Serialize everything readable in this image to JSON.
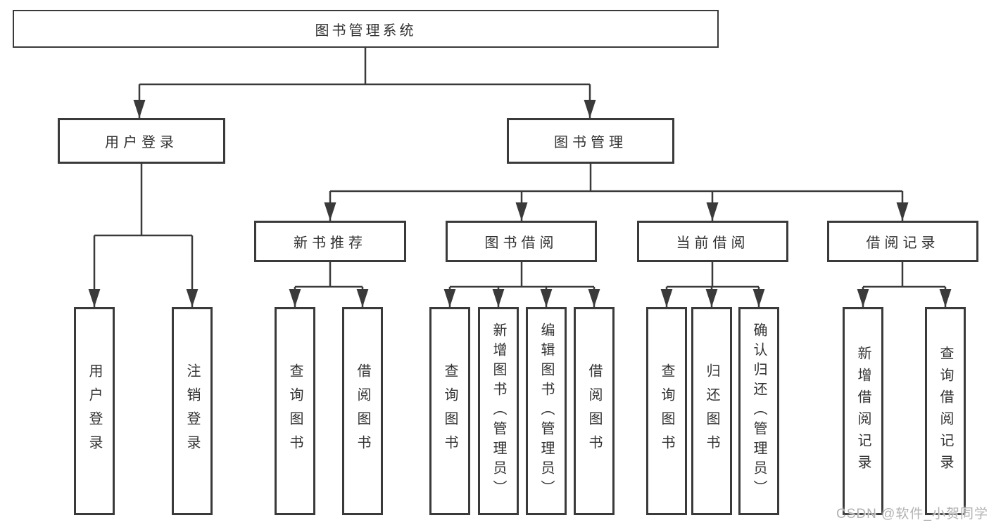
{
  "colors": {
    "line": "#3a3a3a",
    "text": "#333333",
    "watermark": "#b2b2b2",
    "bg": "#ffffff"
  },
  "tree": {
    "label": "图书管理系统",
    "children": [
      {
        "label": "用户登录",
        "children": [
          {
            "label": "用户登录"
          },
          {
            "label": "注销登录"
          }
        ]
      },
      {
        "label": "图书管理",
        "children": [
          {
            "label": "新书推荐",
            "children": [
              {
                "label": "查询图书"
              },
              {
                "label": "借阅图书"
              }
            ]
          },
          {
            "label": "图书借阅",
            "children": [
              {
                "label": "查询图书"
              },
              {
                "label": "新增图书（管理员）"
              },
              {
                "label": "编辑图书（管理员）"
              },
              {
                "label": "借阅图书"
              }
            ]
          },
          {
            "label": "当前借阅",
            "children": [
              {
                "label": "查询图书"
              },
              {
                "label": "归还图书"
              },
              {
                "label": "确认归还（管理员）"
              }
            ]
          },
          {
            "label": "借阅记录",
            "children": [
              {
                "label": "新增借阅记录"
              },
              {
                "label": "查询借阅记录"
              }
            ]
          }
        ]
      }
    ]
  },
  "watermark": {
    "text": "CSDN @软件_小贺同学"
  }
}
